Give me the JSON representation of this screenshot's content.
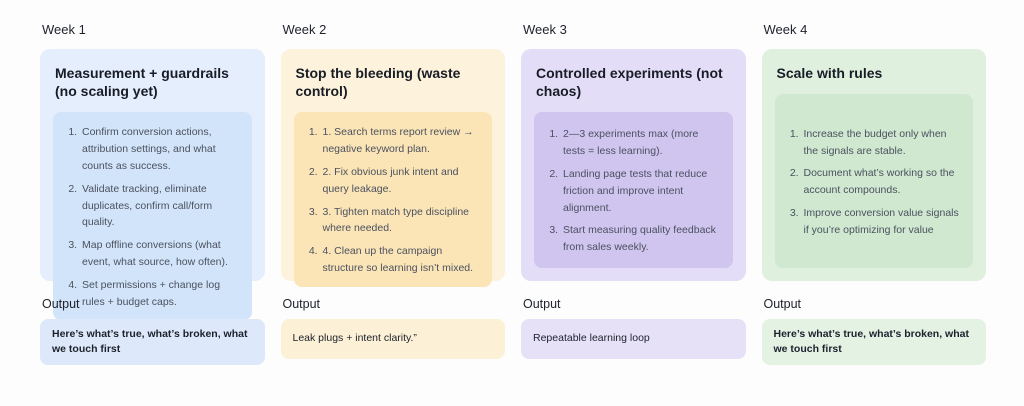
{
  "columns": [
    {
      "week": "Week 1",
      "title": "Measurement + guardrails (no scaling yet)",
      "items": [
        "Confirm conversion actions, attribution settings, and what counts as success.",
        "Validate tracking, eliminate duplicates, confirm call/form quality.",
        "Map offline conversions (what event, what source, how often).",
        "Set permissions + change log rules + budget caps."
      ],
      "output_label": "Output",
      "output": "Here’s what’s true, what’s broken, what we touch first",
      "colors": {
        "card": "#e4eefc",
        "panel": "#d2e4f9",
        "output": "#dde9fa"
      }
    },
    {
      "week": "Week 2",
      "title": "Stop the bleeding (waste control)",
      "items": [
        "1. Search terms report review → negative keyword plan.",
        "2. Fix obvious junk intent and query leakage.",
        "3. Tighten match type discipline where needed.",
        "4. Clean up the campaign structure so learning isn’t mixed."
      ],
      "output_label": "Output",
      "output": "Leak plugs + intent clarity.”",
      "colors": {
        "card": "#fdf3dc",
        "panel": "#fbe5b6",
        "output": "#fcf1d6"
      }
    },
    {
      "week": "Week 3",
      "title": "Controlled experiments (not chaos)",
      "items": [
        "2—3 experiments max (more tests = less learning).",
        "Landing page tests that reduce friction and improve intent alignment.",
        "Start measuring quality feedback from sales weekly."
      ],
      "output_label": "Output",
      "output": "Repeatable learning loop",
      "colors": {
        "card": "#e3ddf7",
        "panel": "#cfc5ef",
        "output": "#e7e1f8"
      }
    },
    {
      "week": "Week 4",
      "title": "Scale with rules",
      "items": [
        "Increase the budget only when the signals are stable.",
        "Document what’s working so the account compounds.",
        "Improve conversion value signals if you’re optimizing for value"
      ],
      "output_label": "Output",
      "output": "Here’s what’s true, what’s broken, what we touch first",
      "colors": {
        "card": "#dff0df",
        "panel": "#cfe8cf",
        "output": "#e4f2e4"
      }
    }
  ]
}
